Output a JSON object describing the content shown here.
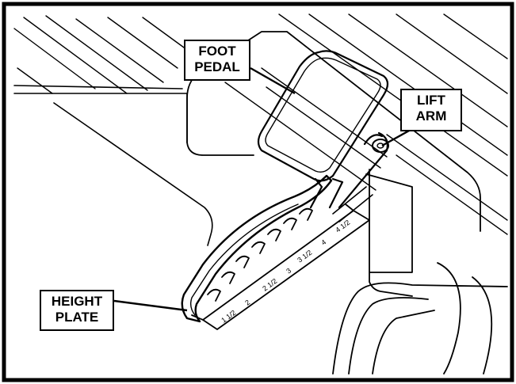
{
  "callouts": {
    "foot_pedal": [
      "FOOT",
      "PEDAL"
    ],
    "lift_arm": [
      "LIFT",
      "ARM"
    ],
    "height_plate": [
      "HEIGHT",
      "PLATE"
    ]
  },
  "scale_labels": [
    "1 1/2",
    "2",
    "2 1/2",
    "3",
    "3 1/2",
    "4",
    "4 1/2"
  ],
  "colors": {
    "ink": "#000000",
    "paper": "#ffffff"
  }
}
